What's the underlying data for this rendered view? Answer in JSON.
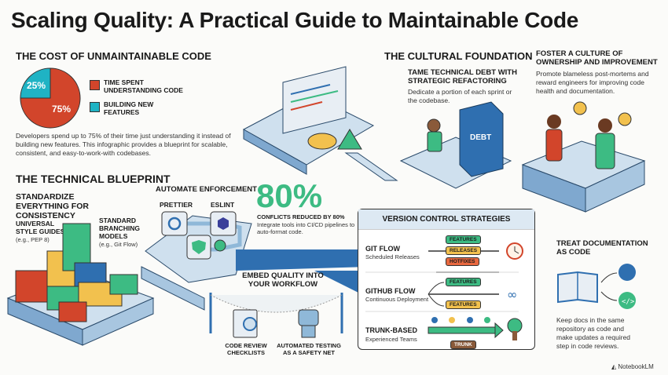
{
  "title": "Scaling Quality: A Practical Guide to Maintainable Code",
  "cost": {
    "heading": "THE COST OF UNMAINTAINABLE CODE",
    "chart_data": {
      "type": "pie",
      "slices": [
        {
          "label": "TIME SPENT UNDERSTANDING CODE",
          "value": 75,
          "display": "75%",
          "color": "#d2452b"
        },
        {
          "label": "BUILDING NEW FEATURES",
          "value": 25,
          "display": "25%",
          "color": "#1fb3c4"
        }
      ]
    },
    "legend": [
      "TIME SPENT\nUNDERSTANDING CODE",
      "BUILDING NEW\nFEATURES"
    ],
    "description": "Developers spend up to 75% of their time just understanding it instead of building new features. This infographic provides a blueprint for scalable, consistent, and easy-to-work-with codebases."
  },
  "blueprint": {
    "heading": "THE TECHNICAL BLUEPRINT",
    "standardize": {
      "title": "STANDARDIZE EVERYTHING FOR CONSISTENCY",
      "style_guides": "UNIVERSAL STYLE GUIDES",
      "style_guides_example": "(e.g., PEP 8)",
      "branching": "STANDARD BRANCHING MODELS",
      "branching_example": "(e.g., Git Flow)"
    },
    "automate": {
      "title": "AUTOMATE ENFORCEMENT",
      "tool1": "PRETTIER",
      "tool2": "ESLINT",
      "stat": "80%",
      "stat_label": "CONFLICTS REDUCED BY 80%",
      "stat_desc": "Integrate tools into CI/CD pipelines to auto-format code."
    },
    "embed": {
      "title": "EMBED QUALITY INTO YOUR WORKFLOW",
      "item1": "CODE REVIEW CHECKLISTS",
      "item2": "AUTOMATED TESTING AS A SAFETY NET"
    }
  },
  "version_control": {
    "heading": "VERSION CONTROL STRATEGIES",
    "strategies": [
      {
        "name": "GIT FLOW",
        "desc": "Scheduled Releases",
        "branches": [
          "FEATURES",
          "RELEASES",
          "HOTFIXES"
        ],
        "icon": "clock-icon"
      },
      {
        "name": "GITHUB FLOW",
        "desc": "Continuous Deployment",
        "branches": [
          "FEATURES",
          "FEATURES"
        ],
        "icon": "infinity-icon"
      },
      {
        "name": "TRUNK-BASED",
        "desc": "Experienced Teams",
        "branches": [
          "TRUNK"
        ],
        "icon": "tree-icon"
      }
    ]
  },
  "culture": {
    "heading": "THE CULTURAL FOUNDATION",
    "debt": {
      "title": "TAME TECHNICAL DEBT WITH STRATEGIC REFACTORING",
      "desc": "Dedicate a portion of each sprint or the codebase.",
      "box_label": "DEBT"
    },
    "ownership": {
      "title": "FOSTER A CULTURE OF OWNERSHIP AND IMPROVEMENT",
      "desc": "Promote blameless post-mortems and reward engineers for improving code health and documentation."
    },
    "docs": {
      "title": "TREAT DOCUMENTATION AS CODE",
      "desc": "Keep docs in the same repository as code and make updates a required step in code reviews."
    }
  },
  "brand": "NotebookLM",
  "colors": {
    "red": "#d2452b",
    "teal": "#1fb3c4",
    "green": "#3dbb83",
    "blue": "#2f6fb0",
    "yellow": "#f2c14e"
  }
}
